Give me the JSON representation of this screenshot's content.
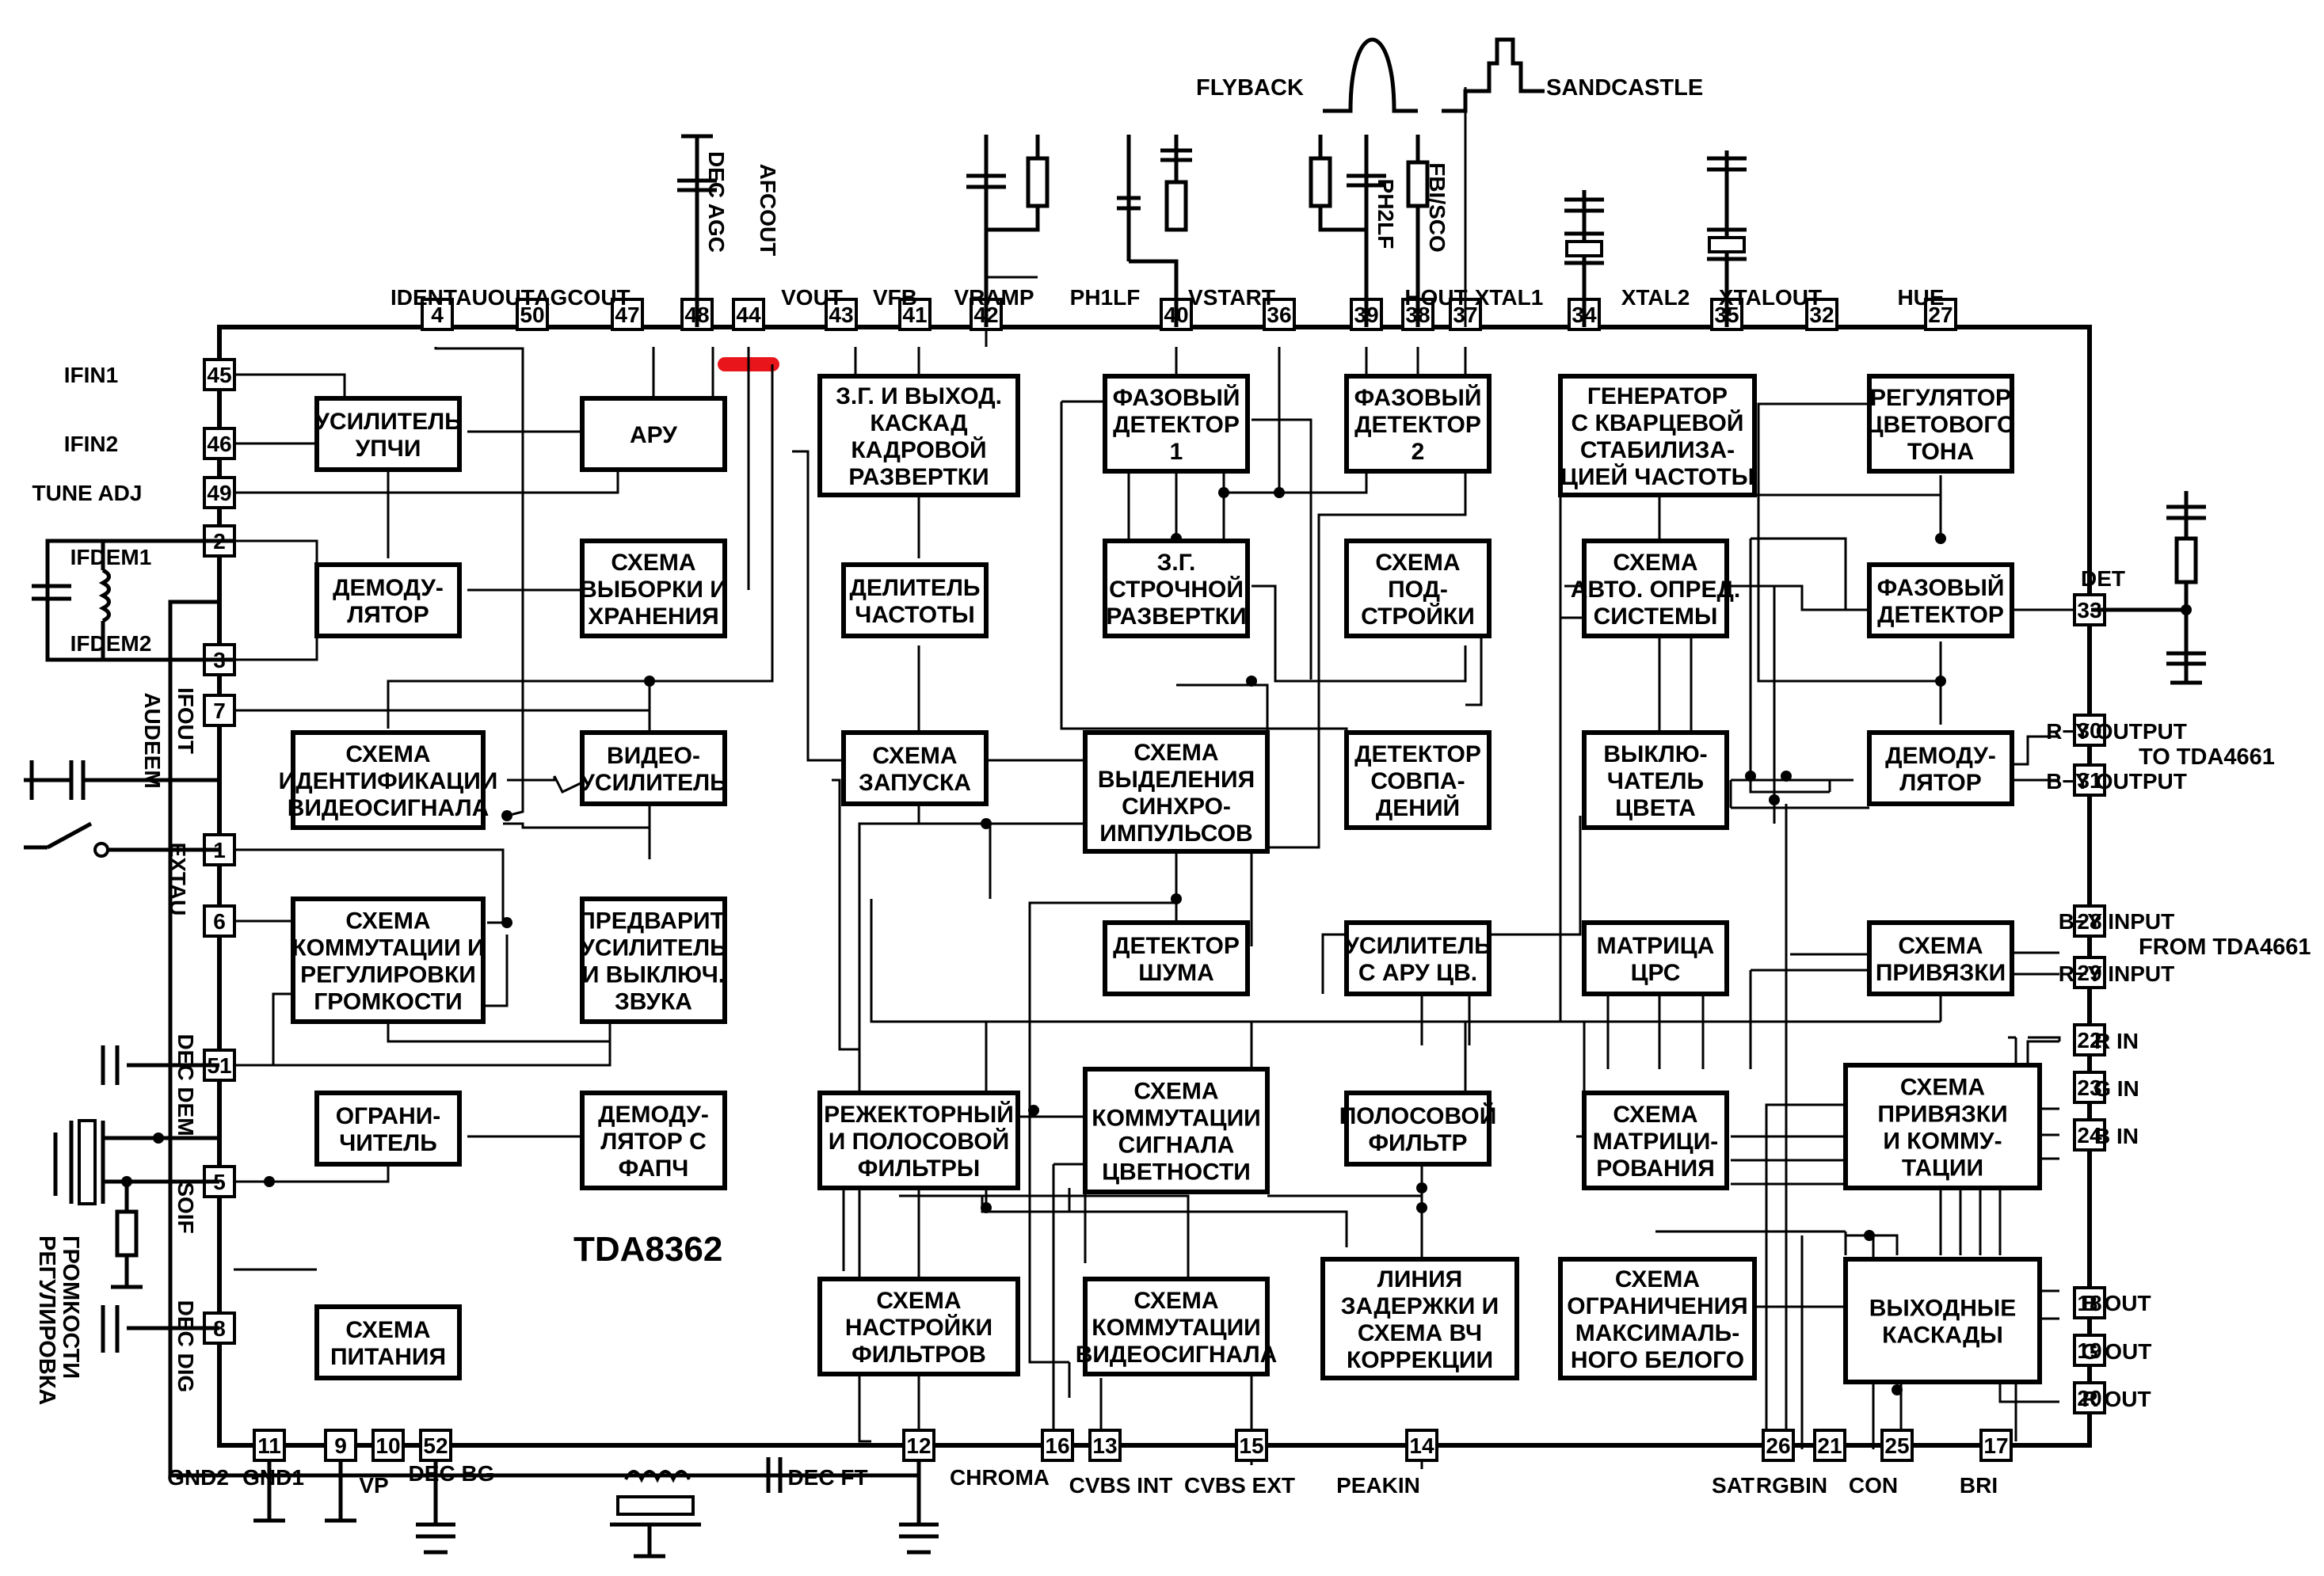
{
  "diagram": {
    "title": "TDA8362",
    "blocks": [
      {
        "id": "if_amp",
        "lines": [
          "УСИЛИТЕЛЬ",
          "УПЧИ"
        ]
      },
      {
        "id": "agc",
        "lines": [
          "АРУ"
        ]
      },
      {
        "id": "demod_if",
        "lines": [
          "ДЕМОДУ-",
          "ЛЯТОР"
        ]
      },
      {
        "id": "sample_hold",
        "lines": [
          "СХЕМА",
          "ВЫБОРКИ И",
          "ХРАНЕНИЯ"
        ]
      },
      {
        "id": "video_ident",
        "lines": [
          "СХЕМА",
          "ИДЕНТИФИКАЦИИ",
          "ВИДЕОСИГНАЛА"
        ]
      },
      {
        "id": "video_amp",
        "lines": [
          "ВИДЕО-",
          "УСИЛИТЕЛЬ"
        ]
      },
      {
        "id": "vol_switch",
        "lines": [
          "СХЕМА",
          "КОММУТАЦИИ И",
          "РЕГУЛИРОВКИ",
          "ГРОМКОСТИ"
        ]
      },
      {
        "id": "pre_amp",
        "lines": [
          "ПРЕДВАРИТ.",
          "УСИЛИТЕЛЬ",
          "И ВЫКЛЮЧ.",
          "ЗВУКА"
        ]
      },
      {
        "id": "limiter",
        "lines": [
          "ОГРАНИ-",
          "ЧИТЕЛЬ"
        ]
      },
      {
        "id": "fm_demod",
        "lines": [
          "ДЕМОДУ-",
          "ЛЯТОР С",
          "ФАПЧ"
        ]
      },
      {
        "id": "power",
        "lines": [
          "СХЕМА",
          "ПИТАНИЯ"
        ]
      },
      {
        "id": "vert_gen",
        "lines": [
          "З.Г. И ВЫХОД.",
          "КАСКАД",
          "КАДРОВОЙ",
          "РАЗВЕРТКИ"
        ]
      },
      {
        "id": "divider",
        "lines": [
          "ДЕЛИТЕЛЬ",
          "ЧАСТОТЫ"
        ]
      },
      {
        "id": "start",
        "lines": [
          "СХЕМА",
          "ЗАПУСКА"
        ]
      },
      {
        "id": "phase1",
        "lines": [
          "ФАЗОВЫЙ",
          "ДЕТЕКТОР",
          "1"
        ]
      },
      {
        "id": "hor_osc",
        "lines": [
          "З.Г.",
          "СТРОЧНОЙ",
          "РАЗВЕРТКИ"
        ]
      },
      {
        "id": "sync_sep",
        "lines": [
          "СХЕМА",
          "ВЫДЕЛЕНИЯ",
          "СИНХРО-",
          "ИМПУЛЬСОВ"
        ]
      },
      {
        "id": "noise_det",
        "lines": [
          "ДЕТЕКТОР",
          "ШУМА"
        ]
      },
      {
        "id": "phase2",
        "lines": [
          "ФАЗОВЫЙ",
          "ДЕТЕКТОР",
          "2"
        ]
      },
      {
        "id": "tuning",
        "lines": [
          "СХЕМА",
          "ПОД-",
          "СТРОЙКИ"
        ]
      },
      {
        "id": "coinc",
        "lines": [
          "ДЕТЕКТОР",
          "СОВПА-",
          "ДЕНИЙ"
        ]
      },
      {
        "id": "acc_amp",
        "lines": [
          "УСИЛИТЕЛЬ",
          "С АРУ  ЦВ."
        ]
      },
      {
        "id": "bandpass",
        "lines": [
          "ПОЛОСОВОЙ",
          "ФИЛЬТР"
        ]
      },
      {
        "id": "delay_line",
        "lines": [
          "ЛИНИЯ",
          "ЗАДЕРЖКИ И",
          "СХЕМА ВЧ",
          "КОРРЕКЦИИ"
        ]
      },
      {
        "id": "xtal_gen",
        "lines": [
          "ГЕНЕРАТОР",
          "С КВАРЦЕВОЙ",
          "СТАБИЛИЗА-",
          "ЦИЕЙ ЧАСТОТЫ"
        ]
      },
      {
        "id": "auto_sys",
        "lines": [
          "СХЕМА",
          "АВТО. ОПРЕД.",
          "СИСТЕМЫ"
        ]
      },
      {
        "id": "color_kill",
        "lines": [
          "ВЫКЛЮ-",
          "ЧАТЕЛЬ",
          "ЦВЕТА"
        ]
      },
      {
        "id": "hue_reg",
        "lines": [
          "РЕГУЛЯТОР",
          "ЦВЕТОВОГО",
          "ТОНА"
        ]
      },
      {
        "id": "phase_det",
        "lines": [
          "ФАЗОВЫЙ",
          "ДЕТЕКТОР"
        ]
      },
      {
        "id": "demod_c",
        "lines": [
          "ДЕМОДУ-",
          "ЛЯТОР"
        ]
      },
      {
        "id": "clamp",
        "lines": [
          "СХЕМА",
          "ПРИВЯЗКИ"
        ]
      },
      {
        "id": "rgb_matrix",
        "lines": [
          "МАТРИЦА",
          "ЦРС"
        ]
      },
      {
        "id": "matrix",
        "lines": [
          "СХЕМА",
          "МАТРИЦИ-",
          "РОВАНИЯ"
        ]
      },
      {
        "id": "clamp_sw",
        "lines": [
          "СХЕМА",
          "ПРИВЯЗКИ",
          "И КОММУ-",
          "ТАЦИИ"
        ]
      },
      {
        "id": "white_lim",
        "lines": [
          "СХЕМА",
          "ОГРАНИЧЕНИЯ",
          "МАКСИМАЛЬ-",
          "НОГО БЕЛОГО"
        ]
      },
      {
        "id": "out_stage",
        "lines": [
          "ВЫХОДНЫЕ",
          "КАСКАДЫ"
        ]
      },
      {
        "id": "notch",
        "lines": [
          "РЕЖЕКТОРНЫЙ",
          "И ПОЛОСОВОЙ",
          "ФИЛЬТРЫ"
        ]
      },
      {
        "id": "chroma_sw",
        "lines": [
          "СХЕМА",
          "КОММУТАЦИИ",
          "СИГНАЛА",
          "ЦВЕТНОСТИ"
        ]
      },
      {
        "id": "filt_tune",
        "lines": [
          "СХЕМА",
          "НАСТРОЙКИ",
          "ФИЛЬТРОВ"
        ]
      },
      {
        "id": "video_sw",
        "lines": [
          "СХЕМА",
          "КОММУТАЦИИ",
          "ВИДЕОСИГНАЛА"
        ]
      }
    ],
    "pins": [
      {
        "n": "4",
        "label": "IDENT"
      },
      {
        "n": "50",
        "label": "AUOUT"
      },
      {
        "n": "47",
        "label": "AGCOUT"
      },
      {
        "n": "48",
        "label": "DEC AGC"
      },
      {
        "n": "44",
        "label": "AFCOUT"
      },
      {
        "n": "43",
        "label": "VOUT"
      },
      {
        "n": "41",
        "label": "VFB"
      },
      {
        "n": "42",
        "label": "VRAMP"
      },
      {
        "n": "40",
        "label": "PH1LF"
      },
      {
        "n": "36",
        "label": "VSTART"
      },
      {
        "n": "39",
        "label": "PH2LF"
      },
      {
        "n": "38",
        "label": "FBI/SCO"
      },
      {
        "n": "37",
        "label": "HOUT"
      },
      {
        "n": "34",
        "label": "XTAL1"
      },
      {
        "n": "35",
        "label": "XTAL2"
      },
      {
        "n": "32",
        "label": "XTALOUT"
      },
      {
        "n": "27",
        "label": "HUE"
      },
      {
        "n": "45",
        "label": "IFIN1"
      },
      {
        "n": "46",
        "label": "IFIN2"
      },
      {
        "n": "49",
        "label": "TUNE ADJ"
      },
      {
        "n": "2",
        "label": "IFDEM1"
      },
      {
        "n": "3",
        "label": "IFDEM2"
      },
      {
        "n": "7",
        "label": "IFOUT"
      },
      {
        "n": "1",
        "label": "AUDEEM"
      },
      {
        "n": "6",
        "label": "EXTAU"
      },
      {
        "n": "51",
        "label": "DEC DEM"
      },
      {
        "n": "5",
        "label": "SOIF"
      },
      {
        "n": "8",
        "label": "DEC DIG"
      },
      {
        "n": "33",
        "label": "DET"
      },
      {
        "n": "30",
        "label": "R−Y OUTPUT"
      },
      {
        "n": "31",
        "label": "B−Y OUTPUT"
      },
      {
        "n": "28",
        "label": "B−Y INPUT"
      },
      {
        "n": "29",
        "label": "R−Y INPUT"
      },
      {
        "n": "22",
        "label": "R IN"
      },
      {
        "n": "23",
        "label": "G IN"
      },
      {
        "n": "24",
        "label": "B IN"
      },
      {
        "n": "18",
        "label": "B OUT"
      },
      {
        "n": "19",
        "label": "G OUT"
      },
      {
        "n": "20",
        "label": "R OUT"
      },
      {
        "n": "11",
        "label": "GND2"
      },
      {
        "n": "9",
        "label": "GND1"
      },
      {
        "n": "10",
        "label": "VP"
      },
      {
        "n": "52",
        "label": "DEC BG"
      },
      {
        "n": "12",
        "label": "DEC FT"
      },
      {
        "n": "16",
        "label": "CHROMA"
      },
      {
        "n": "13",
        "label": "CVBS INT"
      },
      {
        "n": "15",
        "label": "CVBS EXT"
      },
      {
        "n": "14",
        "label": "PEAKIN"
      },
      {
        "n": "26",
        "label": "SAT"
      },
      {
        "n": "21",
        "label": "RGBIN"
      },
      {
        "n": "25",
        "label": "CON"
      },
      {
        "n": "17",
        "label": "BRI"
      }
    ],
    "notes": {
      "flyback": "FLYBACK",
      "sandcastle": "SANDCASTLE",
      "to_tda": "TO TDA4661",
      "from_tda": "FROM TDA4661",
      "volume": [
        "РЕГУЛИРОВКА",
        "ГРОМКОСТИ"
      ]
    },
    "highlight_color": "#e8161b"
  }
}
